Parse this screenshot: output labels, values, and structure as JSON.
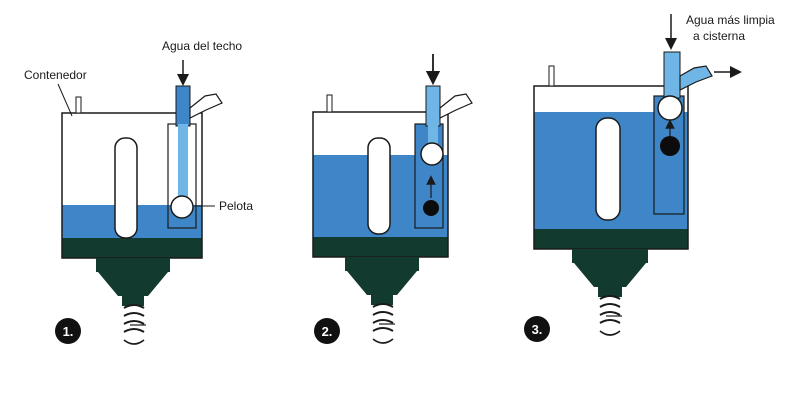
{
  "labels": {
    "container": "Contenedor",
    "roof_water": "Agua del techo",
    "ball": "Pelota",
    "cleaner_water_line1": "Agua más limpia",
    "cleaner_water_line2": "a cisterna"
  },
  "steps": [
    "1.",
    "2.",
    "3."
  ],
  "colors": {
    "water": "#3f86c8",
    "pipe_water": "#6fb6e6",
    "sediment": "#123a2e",
    "outline": "#1a1a1a",
    "ball_light": "#ffffff",
    "ball_dark": "#0c0c0c",
    "badge": "#111111"
  },
  "icons": [
    "down-arrow-icon",
    "right-arrow-icon",
    "up-arrow-icon",
    "drain-valve-icon",
    "elbow-pipe-icon"
  ]
}
